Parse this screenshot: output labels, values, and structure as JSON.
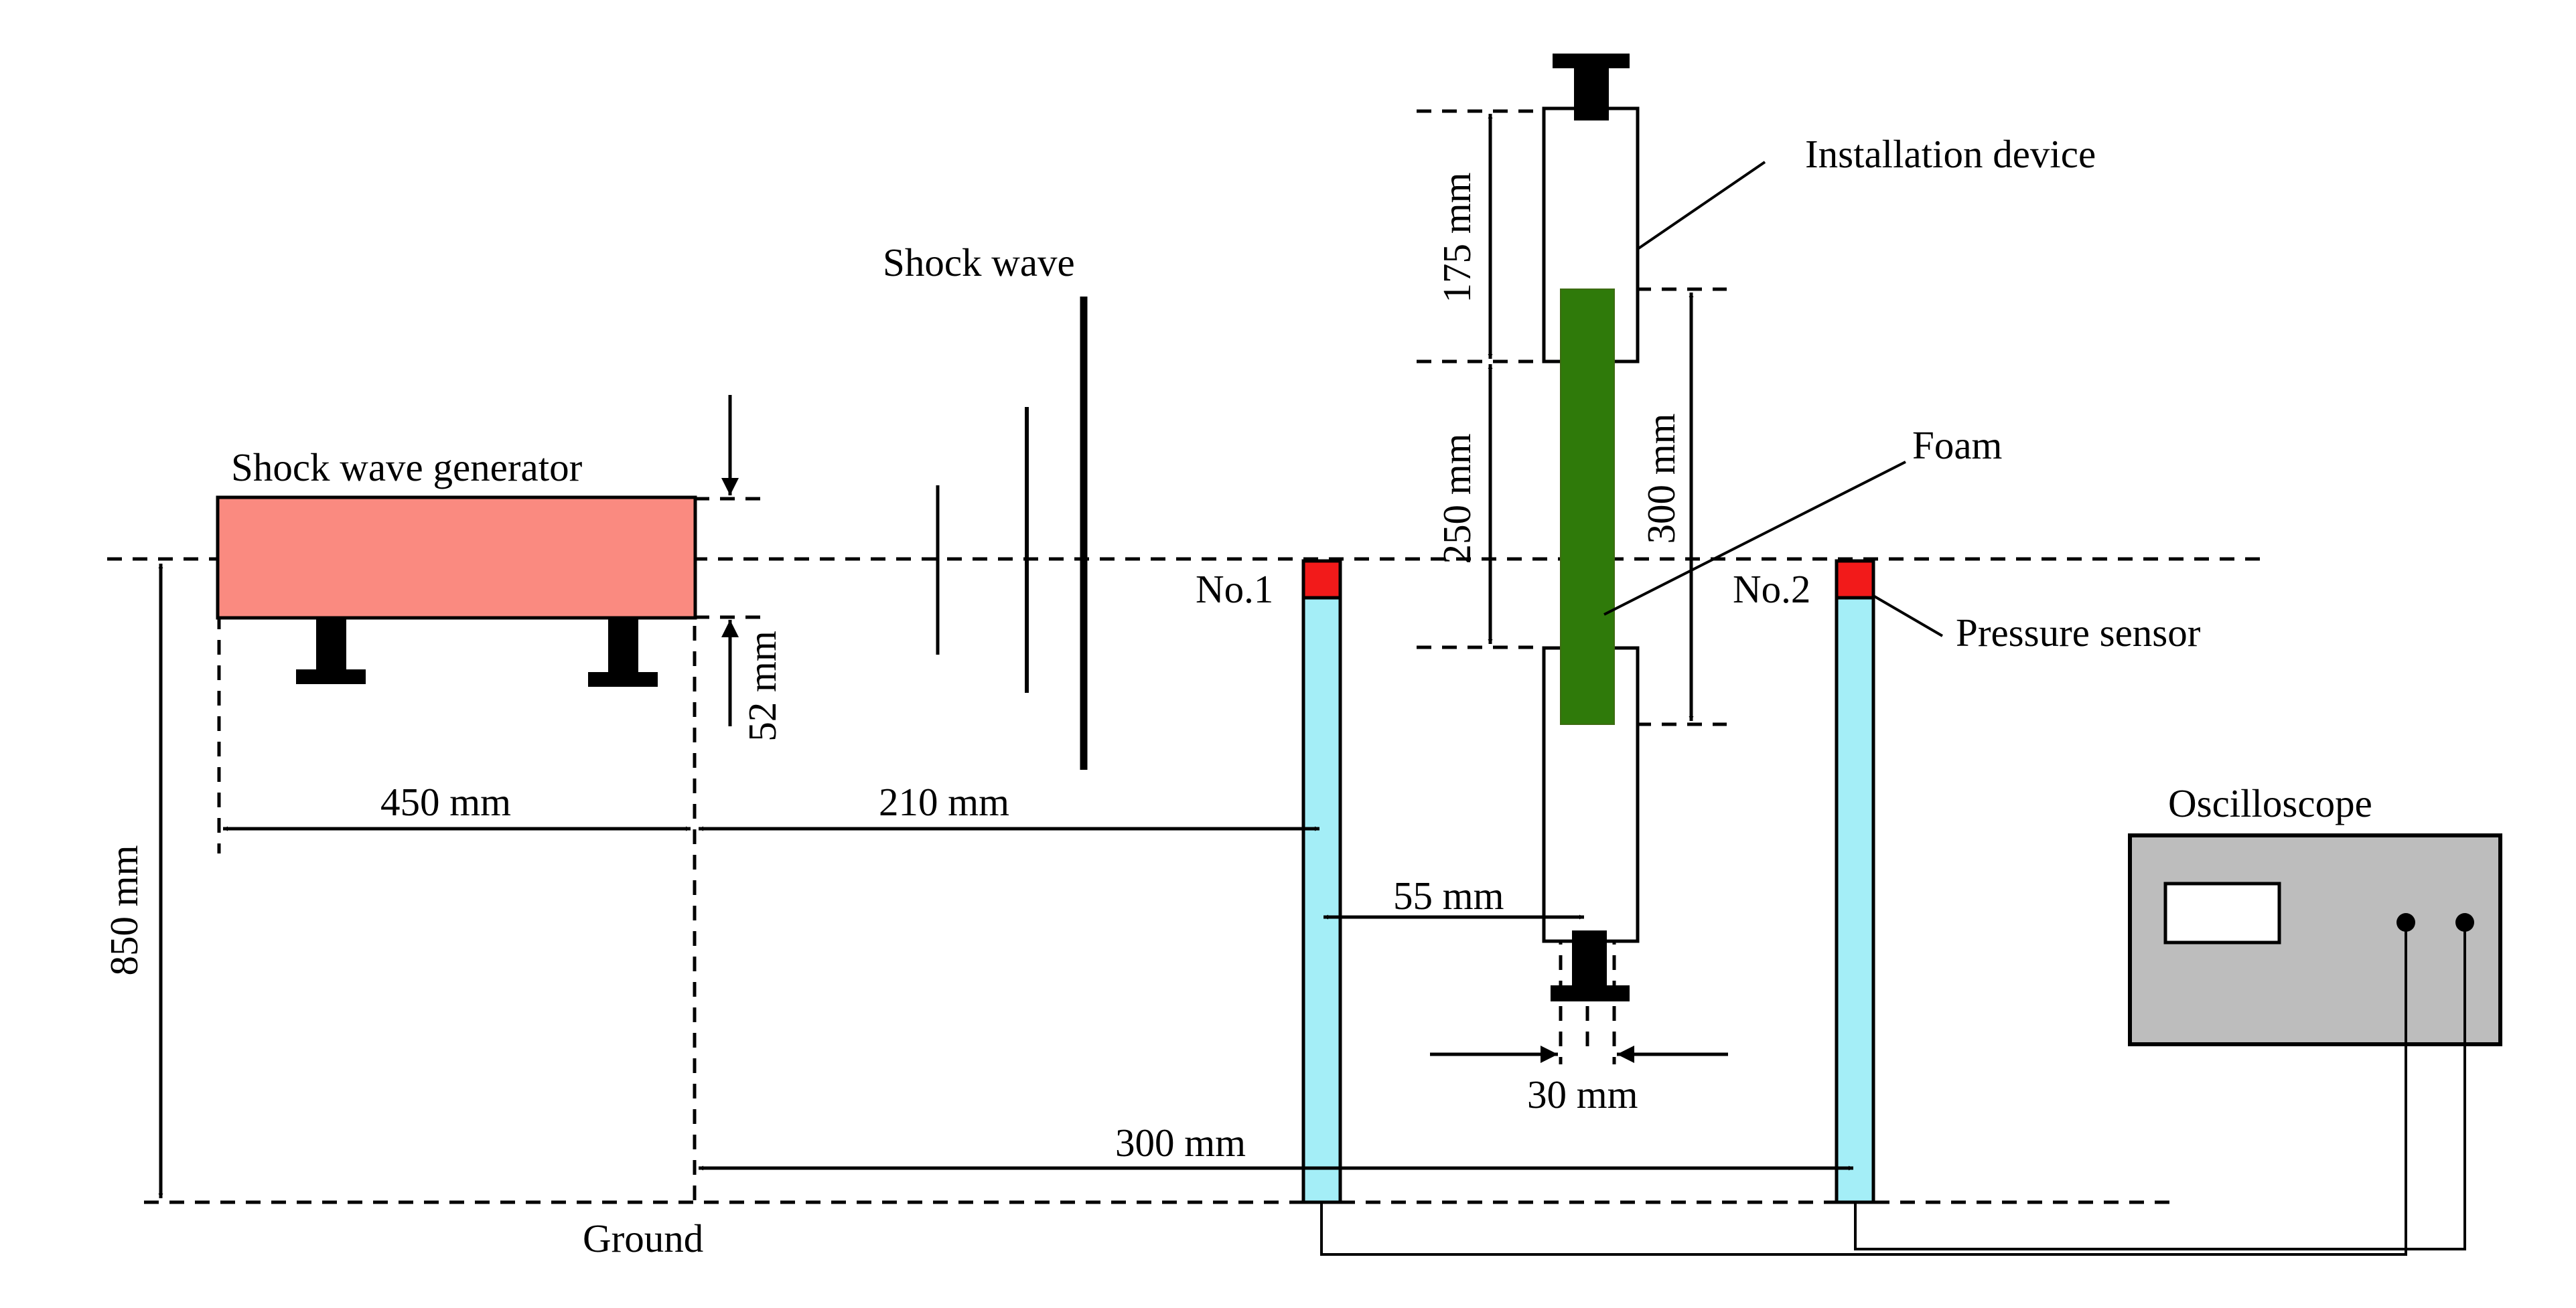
{
  "labels": {
    "generator": "Shock wave generator",
    "shock_wave": "Shock wave",
    "installation_device": "Installation device",
    "foam": "Foam",
    "no1": "No.1",
    "no2": "No.2",
    "pressure_sensor": "Pressure sensor",
    "oscilloscope": "Oscilloscope",
    "ground": "Ground"
  },
  "dimensions": {
    "d450": "450 mm",
    "d210": "210 mm",
    "d55": "55 mm",
    "d30": "30 mm",
    "d300_bottom": "300 mm",
    "d850": "850 mm",
    "d52": "52 mm",
    "d175": "175 mm",
    "d250": "250 mm",
    "d300_vertical": "300 mm"
  },
  "colors": {
    "generator_fill": "#fa8a80",
    "foam_fill": "#2f7a0a",
    "tube_fill": "#a4eef7",
    "sensor_fill": "#f21a1a",
    "oscilloscope_fill": "#bdbdbd"
  }
}
